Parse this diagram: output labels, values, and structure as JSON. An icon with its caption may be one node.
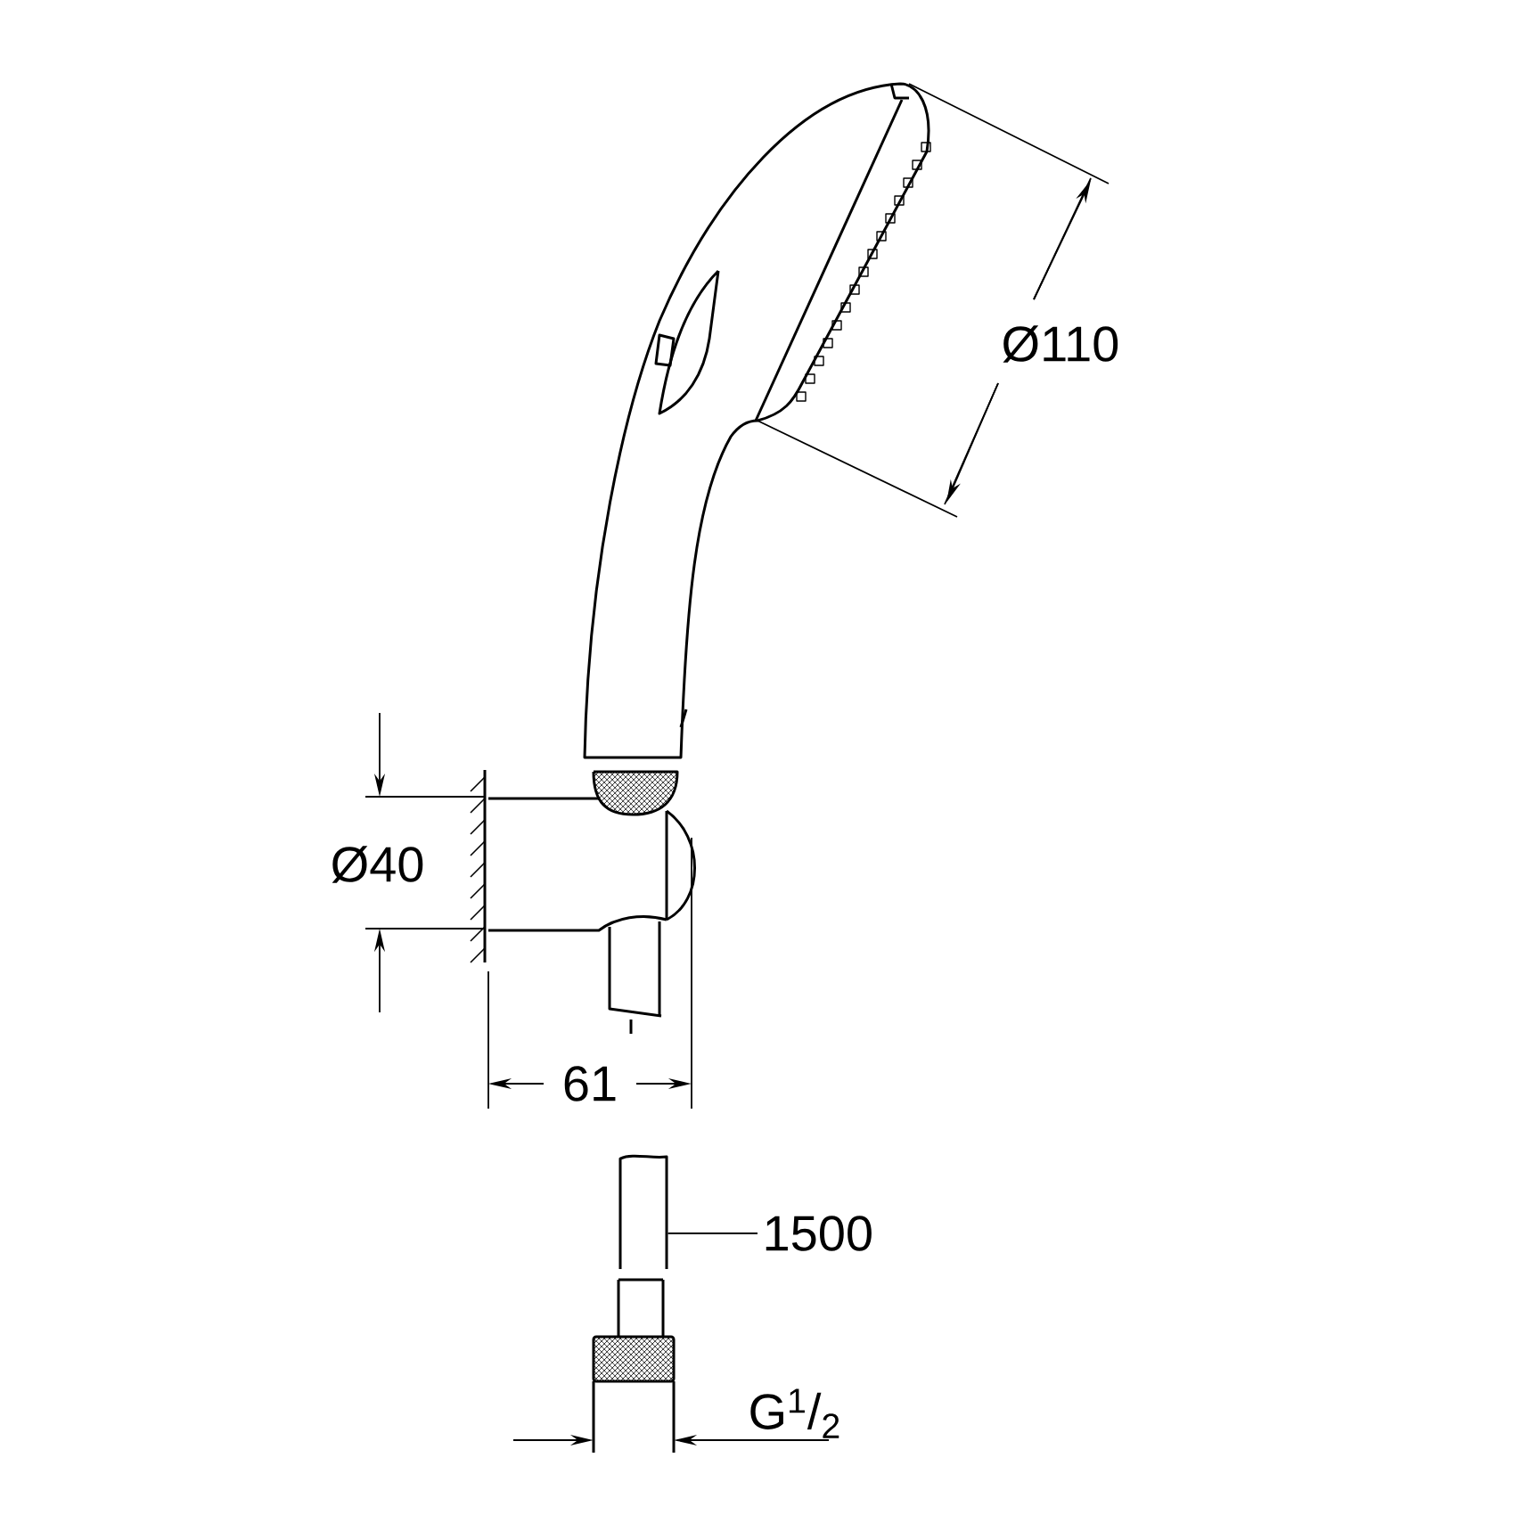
{
  "diagram": {
    "nodes": [
      {
        "text": [
          "1500"
        ]
      },
      {
        "text": [],
        "shape": "picture"
      }
    ],
    "edges": [
      {
        "from": 0,
        "to": 1,
        "arrow": "none"
      }
    ],
    "labels": [
      "Ø110",
      "Ø40",
      "61",
      "G$^{1}$/$_{2}$"
    ]
  }
}
